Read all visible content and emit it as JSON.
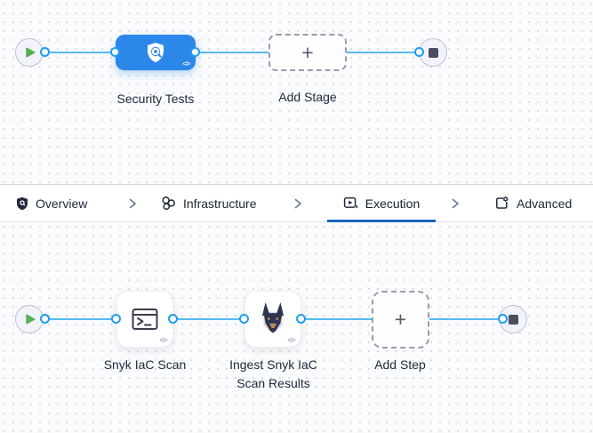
{
  "stage_flow": {
    "stage": {
      "label": "Security Tests"
    },
    "add_stage": {
      "label": "Add Stage",
      "plus": "+"
    }
  },
  "tab_bar": {
    "tabs": [
      {
        "label": "Overview"
      },
      {
        "label": "Infrastructure"
      },
      {
        "label": "Execution",
        "active": true
      },
      {
        "label": "Advanced"
      }
    ]
  },
  "step_flow": {
    "steps": [
      {
        "label": "Snyk IaC Scan"
      },
      {
        "label_line1": "Ingest Snyk IaC",
        "label_line2": "Scan Results"
      }
    ],
    "add_step": {
      "label": "Add Step",
      "plus": "+"
    }
  },
  "badges": {
    "code": "</>"
  },
  "colors": {
    "node_blue": "#2b87e8",
    "line_blue": "#58b9f1",
    "dot_border_blue": "#1f9cf1",
    "active_tab_underline": "#1b66c0",
    "play_green": "#55b156",
    "stop_gray": "#4b4e61"
  }
}
